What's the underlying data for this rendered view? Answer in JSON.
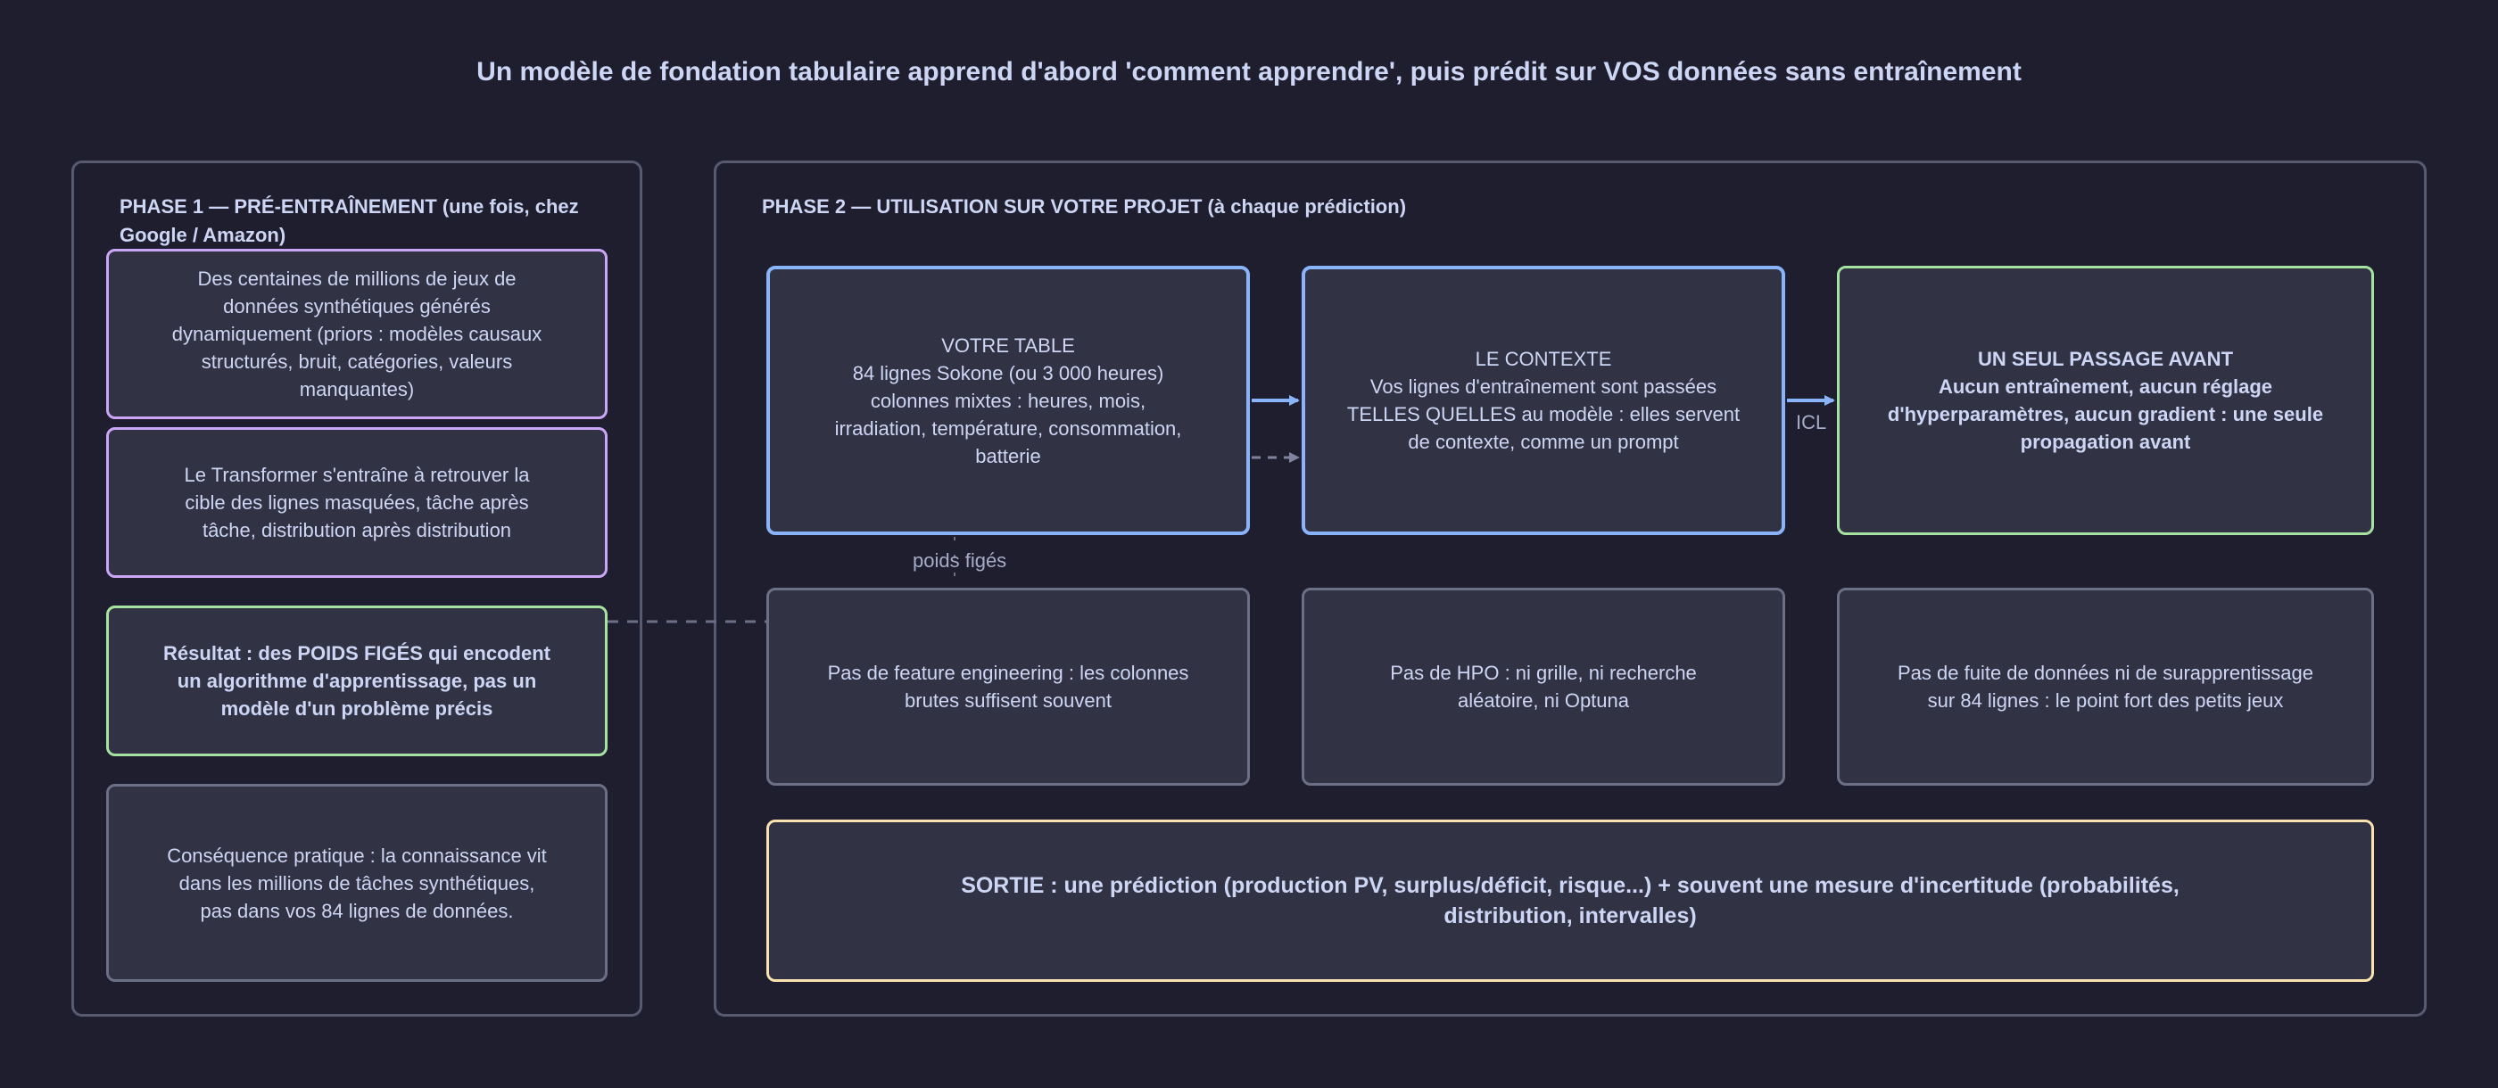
{
  "title": "Un modèle de fondation tabulaire apprend d'abord 'comment apprendre', puis prédit sur VOS données sans entraînement",
  "phase1": {
    "label": "PHASE 1 — PRÉ-ENTRAÎNEMENT (une fois, chez Google / Amazon)",
    "box_synthetic": "Des centaines de millions de jeux de données synthétiques générés dynamiquement (priors : modèles causaux structurés, bruit, catégories, valeurs manquantes)",
    "box_transformer": "Le Transformer s'entraîne à retrouver la cible des lignes masquées, tâche après tâche, distribution après distribution",
    "box_result": "Résultat : des POIDS FIGÉS qui encodent un algorithme d'apprentissage, pas un modèle d'un problème précis",
    "box_consequence": "Conséquence pratique : la connaissance vit dans les millions de tâches synthétiques, pas dans vos 84 lignes de données."
  },
  "phase2": {
    "label": "PHASE 2 — UTILISATION SUR VOTRE PROJET (à chaque prédiction)",
    "table": {
      "heading": "VOTRE TABLE",
      "lines": [
        "84 lignes Sokone (ou 3 000 heures)",
        "colonnes mixtes : heures, mois,",
        "irradiation, température, consommation,",
        "batterie"
      ]
    },
    "context": {
      "heading": "LE CONTEXTE",
      "lines": [
        "Vos lignes d'entraînement sont passées",
        "TELLES QUELLES au modèle : elles servent",
        "de contexte, comme un prompt"
      ]
    },
    "forward": {
      "heading": "UN SEUL PASSAGE AVANT",
      "lines": [
        "Aucun entraînement, aucun réglage",
        "d'hyperparamètres, aucun gradient : une seule",
        "propagation avant"
      ]
    },
    "no_fe": "Pas de feature engineering : les colonnes brutes suffisent souvent",
    "no_hpo": "Pas de HPO : ni grille, ni recherche aléatoire, ni Optuna",
    "no_leak": "Pas de fuite de données ni de surapprentissage sur 84 lignes : le point fort des petits jeux",
    "output": "SORTIE : une prédiction (production PV, surplus/déficit, risque...) + souvent une mesure d'incertitude (probabilités, distribution, intervalles)"
  },
  "connectors": {
    "icl_label": "ICL",
    "frozen_label": "poids figés"
  },
  "colors": {
    "background": "#1f1e2e",
    "purple": "#cba6f7",
    "green": "#a6e3a1",
    "blue": "#89b4fa",
    "yellow": "#f9e2af",
    "gray": "#6c7086"
  }
}
